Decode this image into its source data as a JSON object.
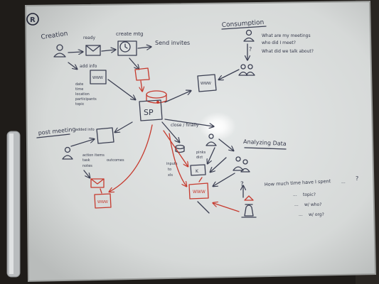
{
  "scene": {
    "subject": "whiteboard sketch",
    "whiteboard_color": "#d9dcdc",
    "ink_color": "#3b3f52",
    "accent_ink_color": "#c63a2e"
  },
  "board": {
    "logo_text": "R",
    "creation": {
      "heading": "Creation",
      "ready": "ready",
      "create_mtg": "create mtg",
      "send_invites": "Send invites",
      "add_info": "add info",
      "details": [
        "date",
        "time",
        "location",
        "participants",
        "topic"
      ]
    },
    "consumption": {
      "heading": "Consumption",
      "questions": [
        "What are my meetings",
        "who did I meet?",
        "What did we talk about?"
      ]
    },
    "post_meeting": {
      "heading": "post meeting",
      "added_info": "added info",
      "details": [
        "action items",
        "task",
        "outcomes",
        "notes"
      ]
    },
    "center": {
      "sp_label": "SP",
      "close_label": "close / finally",
      "pinks": "pinks",
      "inputs": "inputs",
      "www": "WWW"
    },
    "analyzing": {
      "heading": "Analyzing Data",
      "question": "How much time have I spent",
      "by_list": [
        "topic?",
        "w/ who?",
        "w/ org?"
      ]
    }
  }
}
